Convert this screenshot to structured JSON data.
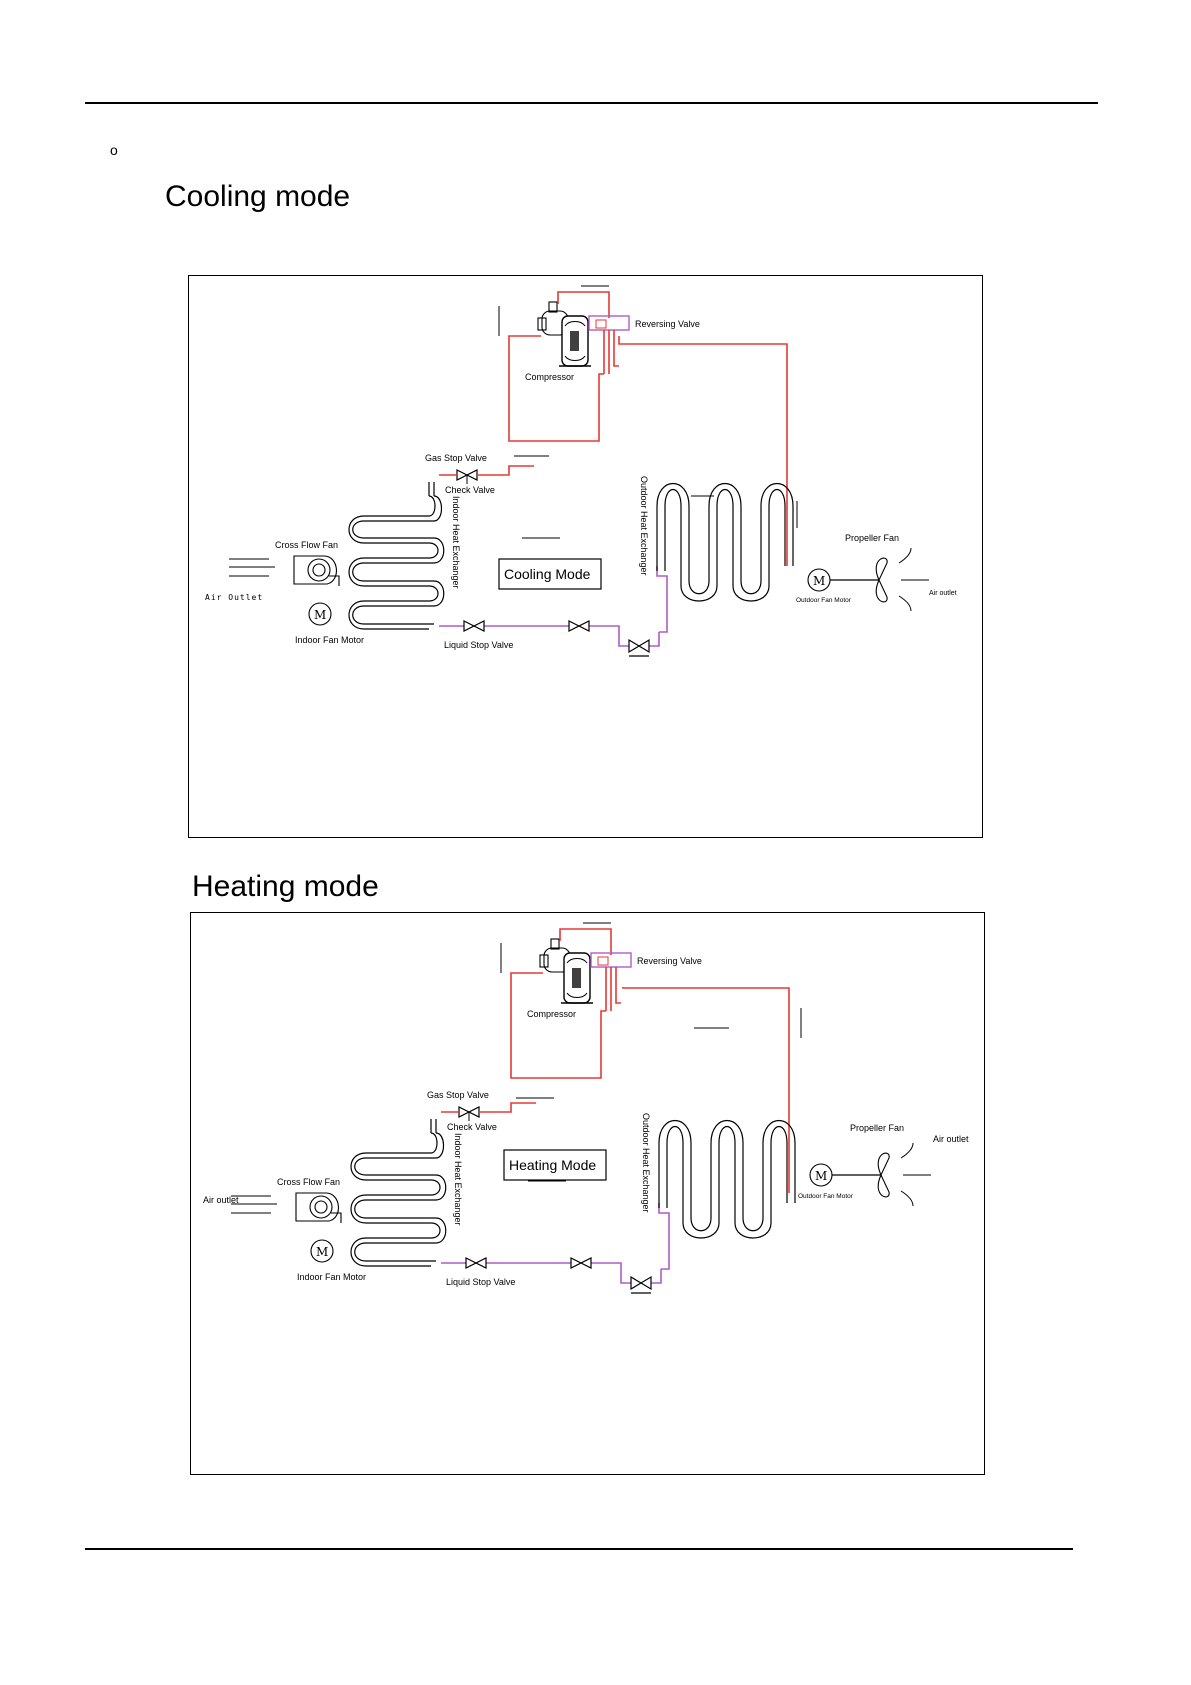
{
  "bullet": "o",
  "sections": {
    "cooling": {
      "title": "Cooling mode",
      "mode_label": "Cooling Mode",
      "labels": {
        "compressor": "Compressor",
        "reversing_valve": "Reversing Valve",
        "gas_stop_valve": "Gas Stop Valve",
        "check_valve": "Check Valve",
        "indoor_heat_exchanger": "Indoor Heat Exchanger",
        "outdoor_heat_exchanger": "Outdoor Heat Exchanger",
        "cross_flow_fan": "Cross Flow Fan",
        "indoor_fan_motor": "Indoor Fan Motor",
        "liquid_stop_valve": "Liquid Stop Valve",
        "propeller_fan": "Propeller Fan",
        "outdoor_fan_motor": "Outdoor Fan Motor",
        "indoor_air_outlet": "Air Outlet",
        "outdoor_air_outlet": "Air outlet",
        "motor_symbol": "M"
      }
    },
    "heating": {
      "title": "Heating mode",
      "mode_label": "Heating Mode",
      "labels": {
        "compressor": "Compressor",
        "reversing_valve": "Reversing Valve",
        "gas_stop_valve": "Gas Stop Valve",
        "check_valve": "Check Valve",
        "indoor_heat_exchanger": "Indoor Heat Exchanger",
        "outdoor_heat_exchanger": "Outdoor Heat Exchanger",
        "cross_flow_fan": "Cross Flow Fan",
        "indoor_fan_motor": "Indoor Fan Motor",
        "liquid_stop_valve": "Liquid Stop Valve",
        "propeller_fan": "Propeller Fan",
        "outdoor_fan_motor": "Outdoor Fan Motor",
        "indoor_air_outlet": "Air outlet",
        "outdoor_air_outlet": "Air outlet",
        "motor_symbol": "M"
      }
    }
  },
  "colors": {
    "discharge_pipe": "#e53935",
    "liquid_pipe": "#b05cc8",
    "fins": "#57c23c"
  }
}
